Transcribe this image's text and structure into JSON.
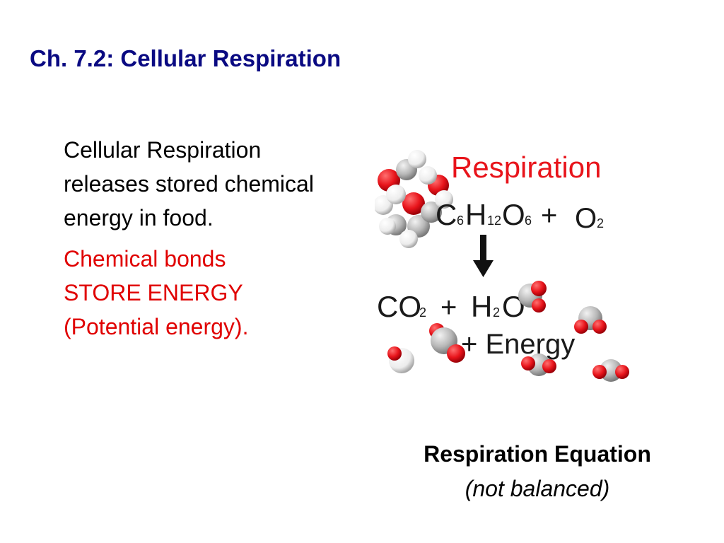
{
  "slide": {
    "title": "Ch. 7.2: Cellular Respiration",
    "paragraph1": "Cellular Respiration releases stored chemical energy in food.",
    "paragraph2_line1": "Chemical bonds",
    "paragraph2_line2": "STORE ENERGY",
    "paragraph2_line3": "(Potential energy)."
  },
  "figure": {
    "heading": "Respiration",
    "reactants": {
      "c": "C",
      "c_sub": "6",
      "h": "H",
      "h_sub": "12",
      "o": "O",
      "o_sub": "6",
      "plus": "+",
      "o2": "O",
      "o2_sub": "2"
    },
    "products": {
      "co": "CO",
      "co_sub": "2",
      "plus": "+",
      "h": "H",
      "h_sub": "2",
      "o": "O"
    },
    "energy": "+ Energy",
    "colors": {
      "heading": "#e8141b",
      "oxygen": "#e8141b",
      "carbon": "#b4b4b4",
      "hydrogen": "#ffffff"
    }
  },
  "caption": {
    "line1": "Respiration Equation",
    "line2": "(not balanced)"
  }
}
